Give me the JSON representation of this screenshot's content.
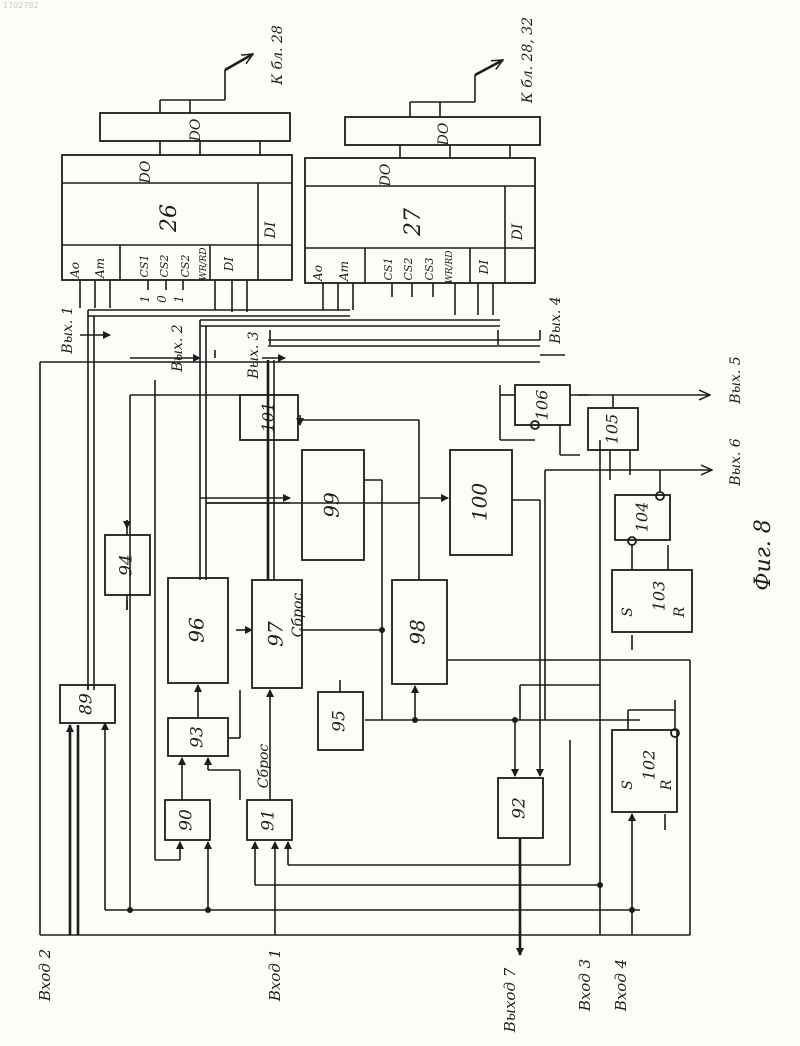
{
  "corner_mark": "1702782",
  "caption": "Фиг. 8",
  "blocks": {
    "b89": "89",
    "b90": "90",
    "b91": "91",
    "b92": "92",
    "b93": "93",
    "b94": "94",
    "b95": "95",
    "b96": "96",
    "b97": "97",
    "b98": "98",
    "b99": "99",
    "b100": "100",
    "b101": "101",
    "b102": "102",
    "b103": "103",
    "b104": "104",
    "b105": "105",
    "b106": "106",
    "b26": "26",
    "b27": "27"
  },
  "flipflop_pins": {
    "s": "S",
    "r": "R"
  },
  "memory": {
    "m26": {
      "a0": "Ao",
      "am": "Am",
      "cs1": "CS1",
      "cs2a": "CS2",
      "cs2b": "CS2",
      "wr": "WR/RD",
      "di": "DI",
      "di_out": "DI",
      "do": "DO",
      "do_bus": "DO",
      "levels": [
        "1",
        "0",
        "1"
      ],
      "to": "К бл. 28"
    },
    "m27": {
      "a0": "Ao",
      "am": "Am",
      "cs1": "CS1",
      "cs2": "CS2",
      "cs3": "CS3",
      "wr": "WR/RD",
      "di": "DI",
      "di_out": "DI",
      "do": "DO",
      "do_bus": "DO",
      "to": "К бл. 28, 32"
    }
  },
  "outputs": {
    "out1": "Вых. 1",
    "out2": "Вых. 2",
    "out3": "Вых. 3",
    "out4": "Вых. 4",
    "out5": "Вых. 5",
    "out6": "Вых. 6",
    "out7": "Выход 7"
  },
  "inputs": {
    "in1": "Вход 1",
    "in2": "Вход 2",
    "in3": "Вход 3",
    "in4": "Вход 4"
  },
  "reset": {
    "r1": "Сброс",
    "r2": "Сброс"
  }
}
